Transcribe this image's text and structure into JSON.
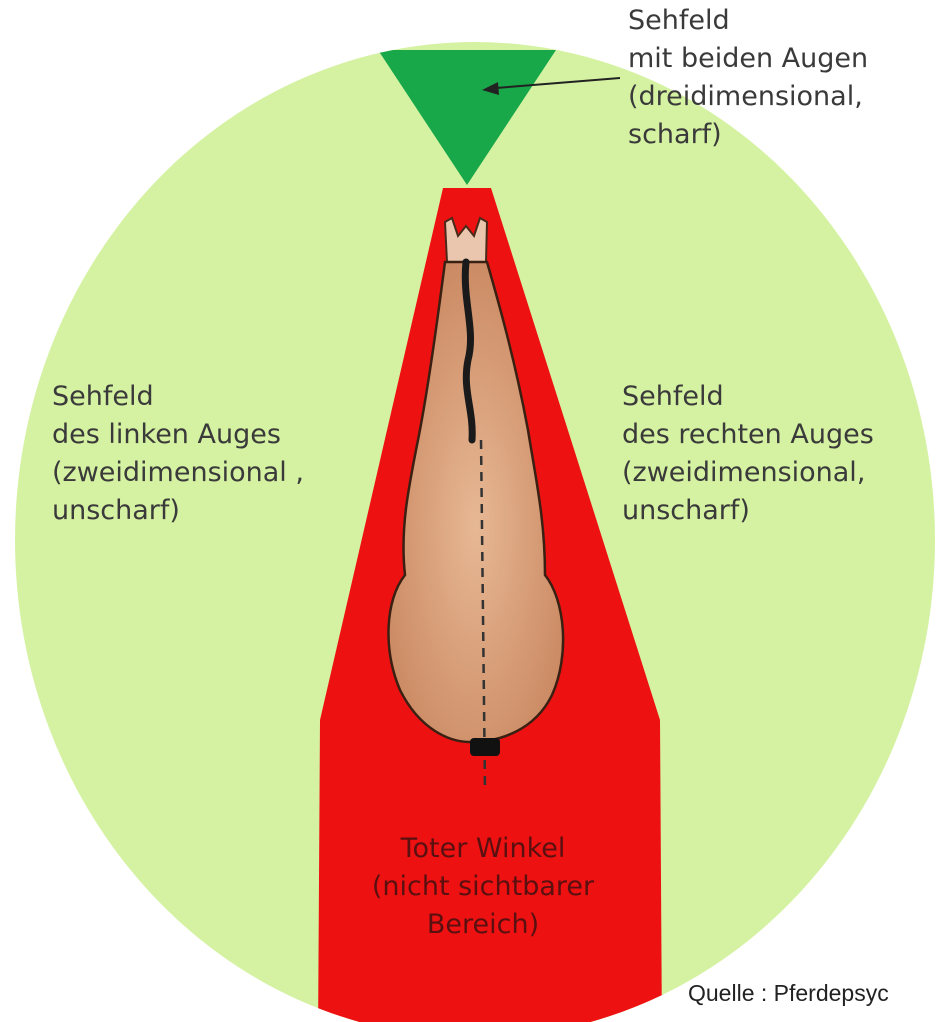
{
  "colors": {
    "background": "#ffffff",
    "field_light_green": "#d5f2a2",
    "binocular_green": "#18a84a",
    "blind_red": "#ee1111",
    "horse_body": "#d9a07c",
    "horse_outline": "#4a2a1a"
  },
  "labels": {
    "binocular": {
      "line1": "Sehfeld",
      "line2": "mit beiden Augen",
      "line3": "(dreidimensional,",
      "line4": "scharf)"
    },
    "left_eye": {
      "line1": "Sehfeld",
      "line2": "des linken Auges",
      "line3": "(zweidimensional ,",
      "line4": "unscharf)"
    },
    "right_eye": {
      "line1": "Sehfeld",
      "line2": "des rechten Auges",
      "line3": "(zweidimensional,",
      "line4": "unscharf)"
    },
    "blind_spot": {
      "line1": "Toter Winkel",
      "line2": "(nicht sichtbarer",
      "line3": "Bereich)"
    }
  },
  "source": "Quelle : Pferdepsyc"
}
